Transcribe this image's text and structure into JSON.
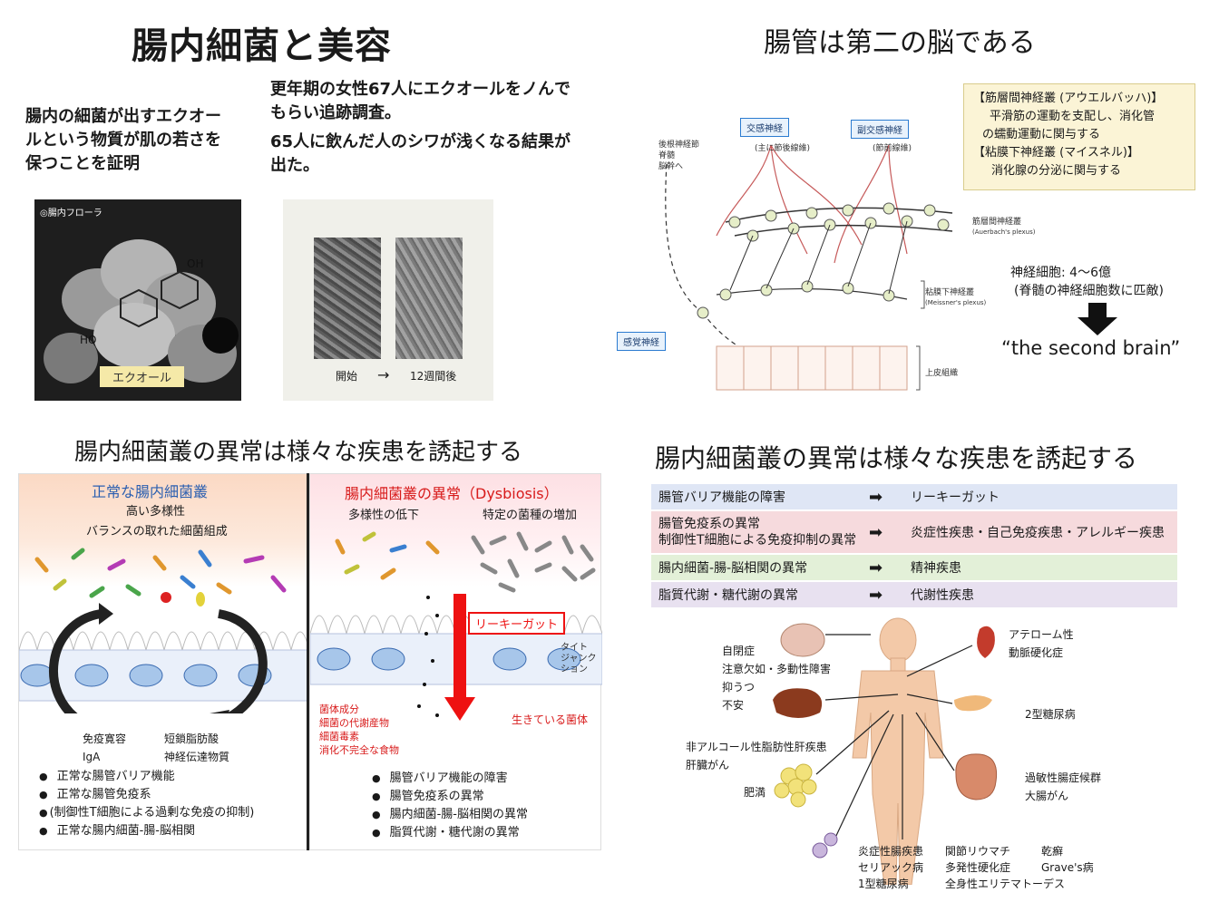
{
  "top_left": {
    "title": "腸内細菌と美容",
    "left_text": [
      "腸内の細菌が出すエクオー",
      "ルという物質が肌の若さを",
      "保つことを証明"
    ],
    "right_text": [
      "更年期の女性67人にエクオールをノんで",
      "もらい追跡調査。",
      "65人に飲んだ人のシワが浅くなる結果が",
      "出た。"
    ],
    "photo1_label_tl": "◎腸内フローラ",
    "photo1_label": "エクオール",
    "photo1_oh": "OH",
    "photo1_ho": "HO",
    "photo2_start": "開始",
    "photo2_arrow": "→",
    "photo2_end": "12週間後"
  },
  "top_right": {
    "title": "腸管は第二の脳である",
    "box_lines": [
      "【筋層間神経叢 (アウエルバッハ)】",
      "平滑筋の運動を支配し、消化管",
      "の蠕動運動に関与する",
      "【粘膜下神経叢 (マイスネル)】",
      "消化腺の分泌に関与する"
    ],
    "label_sympathetic": "交感神経",
    "label_sympathetic_sub": "(主に節後線維)",
    "label_parasympathetic": "副交感神経",
    "label_parasympathetic_sub": "(節前線維)",
    "label_spinal": [
      "後根神経節",
      "脊髄",
      "脳幹へ"
    ],
    "label_sensory": "感覚神経",
    "label_myenteric": "筋層間神経叢",
    "label_myenteric_en": "(Auerbach's plexus)",
    "label_submucosal": "粘膜下神経叢",
    "label_submucosal_en": "(Meissner's plexus)",
    "label_epithelium": "上皮組織",
    "neuron_count": "神経細胞: 4〜6億",
    "neuron_note": "(脊髄の神経細胞数に匹敵)",
    "second_brain": "“the second brain”"
  },
  "bottom_left": {
    "title": "腸内細菌叢の異常は様々な疾患を誘起する",
    "normal_title": "正常な腸内細菌叢",
    "normal_sub1": "高い多様性",
    "normal_sub2": "バランスの取れた細菌組成",
    "normal_label1a": "免疫寛容",
    "normal_label1b": "IgA",
    "normal_label2a": "短鎖脂肪酸",
    "normal_label2b": "神経伝達物質",
    "normal_bullets": [
      "正常な腸管バリア機能",
      "正常な腸管免疫系",
      "(制御性T細胞による過剰な免疫の抑制)",
      "正常な腸内細菌-腸-脳相関"
    ],
    "dys_title": "腸内細菌叢の異常（Dysbiosis）",
    "dys_sub1": "多様性の低下",
    "dys_sub2": "特定の菌種の増加",
    "leaky": "リーキーガット",
    "tight": [
      "タイト",
      "ジャンクション"
    ],
    "dys_red_labels": [
      "菌体成分",
      "細菌の代謝産物",
      "細菌毒素",
      "消化不完全な食物"
    ],
    "dys_live": "生きている菌体",
    "dys_bullets": [
      "腸管バリア機能の障害",
      "腸管免疫系の異常",
      "腸内細菌-腸-脳相関の異常",
      "脂質代謝・糖代謝の異常"
    ]
  },
  "bottom_right": {
    "title": "腸内細菌叢の異常は様々な疾患を誘起する",
    "rows": [
      {
        "left": "腸管バリア機能の障害",
        "right": "リーキーガット",
        "color": "#dfe6f5"
      },
      {
        "left": "腸管免疫系の異常\n制御性T細胞による免疫抑制の異常",
        "right": "炎症性疾患・自己免疫疾患・アレルギー疾患",
        "color": "#f6dadd"
      },
      {
        "left": "腸内細菌-腸-脳相関の異常",
        "right": "精神疾患",
        "color": "#e3f0d8"
      },
      {
        "left": "脂質代謝・糖代謝の異常",
        "right": "代謝性疾患",
        "color": "#e8e1f0"
      }
    ],
    "arrow": "➡",
    "brain_labels": [
      "自閉症",
      "注意欠如・多動性障害",
      "抑うつ",
      "不安"
    ],
    "heart_labels": [
      "アテローム性",
      "動脈硬化症"
    ],
    "liver_labels": [
      "非アルコール性脂肪性肝疾患",
      "肝臓がん"
    ],
    "pancreas_label": "2型糖尿病",
    "fat_label": "肥満",
    "intestine_labels": [
      "過敏性腸症候群",
      "大腸がん"
    ],
    "cells_labels": [
      "炎症性腸疾患",
      "セリアック病",
      "1型糖尿病"
    ],
    "joint_labels": [
      "関節リウマチ",
      "多発性硬化症",
      "全身性エリテマトーデス"
    ],
    "skin_labels": [
      "乾癬",
      "Grave's病"
    ]
  }
}
